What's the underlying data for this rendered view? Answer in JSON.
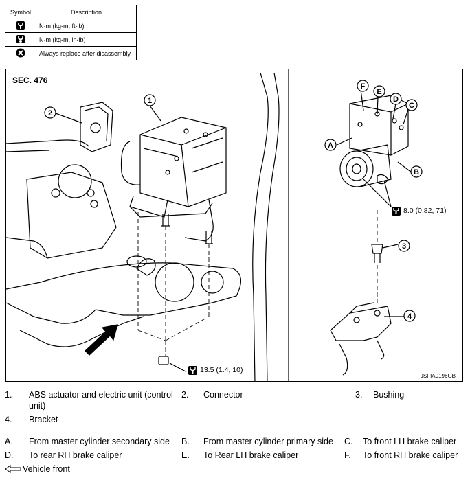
{
  "symbols": {
    "header_symbol": "Symbol",
    "header_description": "Description",
    "rows": [
      {
        "icon": "torque-wrench-icon",
        "description": "N·m (kg-m, ft-lb)"
      },
      {
        "icon": "torque-wrench-small-icon",
        "description": "N·m (kg-m, in-lb)"
      },
      {
        "icon": "replace-icon",
        "description": "Always replace after disassembly."
      }
    ]
  },
  "figure": {
    "section": "SEC. 476",
    "figure_id": "JSFIA0196GB",
    "torque_top": "8.0 (0.82, 71)",
    "torque_bottom": "13.5 (1.4, 10)",
    "callouts": {
      "c1": "1",
      "c2": "2",
      "c3": "3",
      "c4": "4",
      "cA": "A",
      "cB": "B",
      "cC": "C",
      "cD": "D",
      "cE": "E",
      "cF": "F"
    }
  },
  "legend": {
    "numbered": [
      {
        "num": "1.",
        "text": "ABS actuator and electric unit (control unit)"
      },
      {
        "num": "2.",
        "text": "Connector"
      },
      {
        "num": "3.",
        "text": "Bushing"
      },
      {
        "num": "4.",
        "text": "Bracket"
      }
    ],
    "lettered": [
      {
        "letter": "A.",
        "text": "From master cylinder secondary side"
      },
      {
        "letter": "B.",
        "text": "From master cylinder primary side"
      },
      {
        "letter": "C.",
        "text": "To front LH brake caliper"
      },
      {
        "letter": "D.",
        "text": "To rear RH brake caliper"
      },
      {
        "letter": "E.",
        "text": "To Rear LH brake caliper"
      },
      {
        "letter": "F.",
        "text": "To front RH brake caliper"
      }
    ],
    "vehicle_front": "Vehicle front"
  }
}
